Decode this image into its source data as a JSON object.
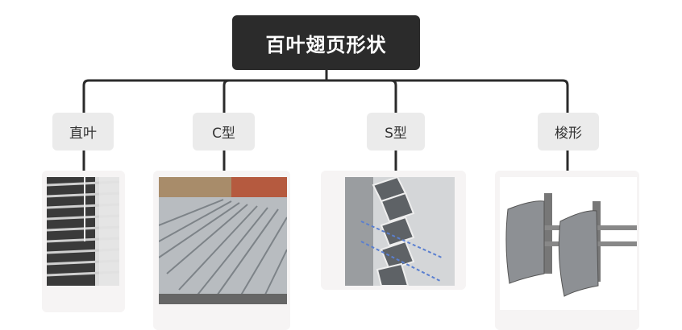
{
  "root": {
    "label": "百叶翅页形状"
  },
  "children": [
    {
      "label": "直叶",
      "image": "straight-louver-photo"
    },
    {
      "label": "C型",
      "image": "c-shaped-louver-photo"
    },
    {
      "label": "S型",
      "image": "s-shaped-louver-photo"
    },
    {
      "label": "梭形",
      "image": "shuttle-shaped-louver-photo"
    }
  ],
  "colors": {
    "root_bg": "#2b2b2b",
    "child_bg": "#ebebeb",
    "connector": "#2b2b2b"
  }
}
